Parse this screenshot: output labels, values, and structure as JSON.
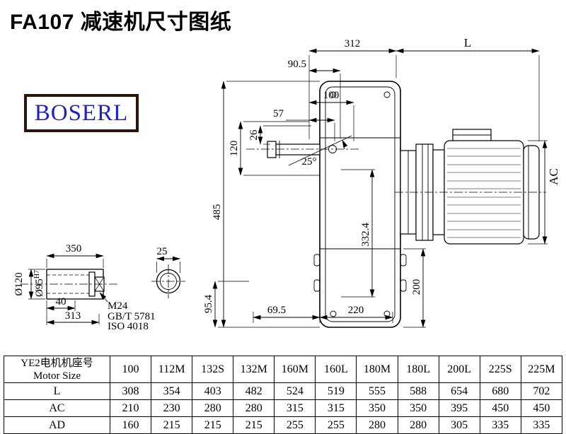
{
  "page": {
    "title": "FA107 减速机尺寸图纸"
  },
  "logo": {
    "text": "BOSERL"
  },
  "drawing": {
    "main": {
      "d312": "312",
      "dL": "L",
      "d905": "90.5",
      "d100": "100",
      "d57": "57",
      "d26": "26",
      "d120": "120",
      "angle": "25°",
      "d485": "485",
      "d3324": "332.4",
      "dAC": "AC",
      "d200": "200",
      "d695": "69.5",
      "d220": "220",
      "d954": "95.4"
    },
    "shaft": {
      "d350": "350",
      "d25": "25",
      "d40": "40",
      "d313": "313",
      "dia": "Ø120",
      "bore": "Ø95",
      "boreTol": "H7",
      "note1": "M24",
      "note2": "GB/T 5781",
      "note3": "ISO 4018"
    }
  },
  "table": {
    "header": {
      "cn": "YE2电机机座号",
      "en": "Motor Size",
      "columns": [
        "100",
        "112M",
        "132S",
        "132M",
        "160M",
        "160L",
        "180M",
        "180L",
        "200L",
        "225S",
        "225M"
      ]
    },
    "rows": [
      {
        "label": "L",
        "values": [
          "308",
          "354",
          "403",
          "482",
          "524",
          "519",
          "555",
          "588",
          "654",
          "680",
          "702"
        ]
      },
      {
        "label": "AC",
        "values": [
          "210",
          "230",
          "280",
          "280",
          "315",
          "315",
          "350",
          "350",
          "395",
          "450",
          "450"
        ]
      },
      {
        "label": "AD",
        "values": [
          "160",
          "215",
          "215",
          "215",
          "255",
          "255",
          "280",
          "280",
          "305",
          "335",
          "335"
        ]
      }
    ]
  }
}
